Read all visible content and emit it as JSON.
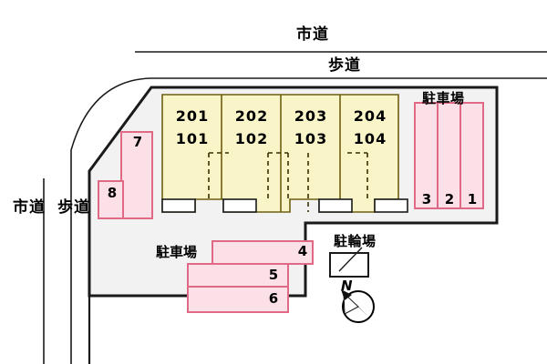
{
  "figure": {
    "kind": "site-plan",
    "title_visible": false
  },
  "colors": {
    "lot_fill": "#f2f2f2",
    "building_fill": "#faf5c8",
    "building_stroke": "#7a6a10",
    "parking_fill": "#fce0e8",
    "parking_stroke": "#e06a85",
    "boundary_stroke": "#1a1a1a",
    "road_stroke": "#1a1a1a",
    "text": "#000000",
    "balcony_fill": "#ffffff"
  },
  "roads": {
    "top": {
      "street_label": "市道",
      "sidewalk_label": "歩道"
    },
    "left": {
      "street_label": "市道",
      "sidewalk_label": "歩道"
    }
  },
  "building": {
    "label": "",
    "units": [
      {
        "upper": "201",
        "lower": "101"
      },
      {
        "upper": "202",
        "lower": "102"
      },
      {
        "upper": "203",
        "lower": "103"
      },
      {
        "upper": "204",
        "lower": "104"
      }
    ]
  },
  "parking_areas": [
    {
      "name": "north-parking",
      "label": "駐車場",
      "orientation": "vertical",
      "stalls": [
        "3",
        "2",
        "1"
      ]
    },
    {
      "name": "south-parking",
      "label": "駐車場",
      "orientation": "horizontal",
      "stalls": [
        "4",
        "5",
        "6"
      ]
    },
    {
      "name": "west-parking",
      "label": "",
      "orientation": "vertical",
      "stalls": [
        "7",
        "8"
      ]
    }
  ],
  "bicycle_parking": {
    "label": "駐輪場"
  },
  "compass": {
    "north_label": "N"
  }
}
